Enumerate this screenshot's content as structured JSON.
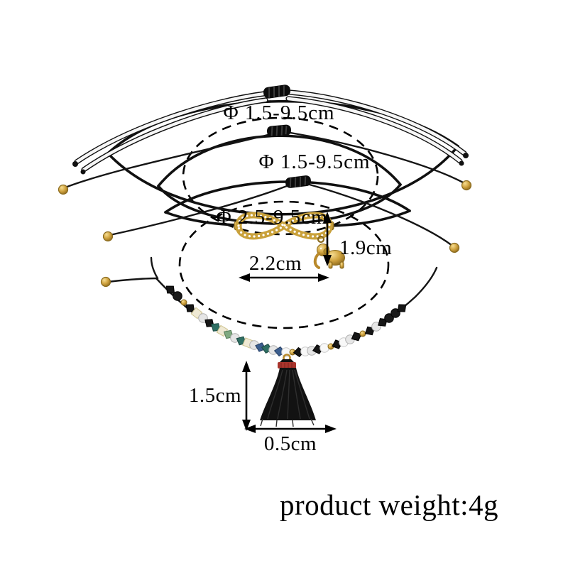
{
  "page": {
    "background": "#ffffff"
  },
  "annotations": {
    "diameter_label_1": "Φ 1.5-9.5cm",
    "diameter_label_2": "Φ 1.5-9.5cm",
    "diameter_label_3": "Φ 2.5-9.5cm",
    "charm_width_label": "2.2cm",
    "charm_height_label": "1.9cm",
    "tassel_length_label": "1.5cm",
    "tassel_width_label": "0.5cm"
  },
  "footer": {
    "product_weight_label": "product weight:4g"
  },
  "colors": {
    "gold": "#c9a13b",
    "cord_black": "#101010",
    "tassel_wrap_red": "#a9342c",
    "crystal_teal": "#2f6f63",
    "crystal_green": "#7fa981",
    "crystal_blue": "#3c5e8e",
    "ivory_bead": "#efe9d4"
  }
}
